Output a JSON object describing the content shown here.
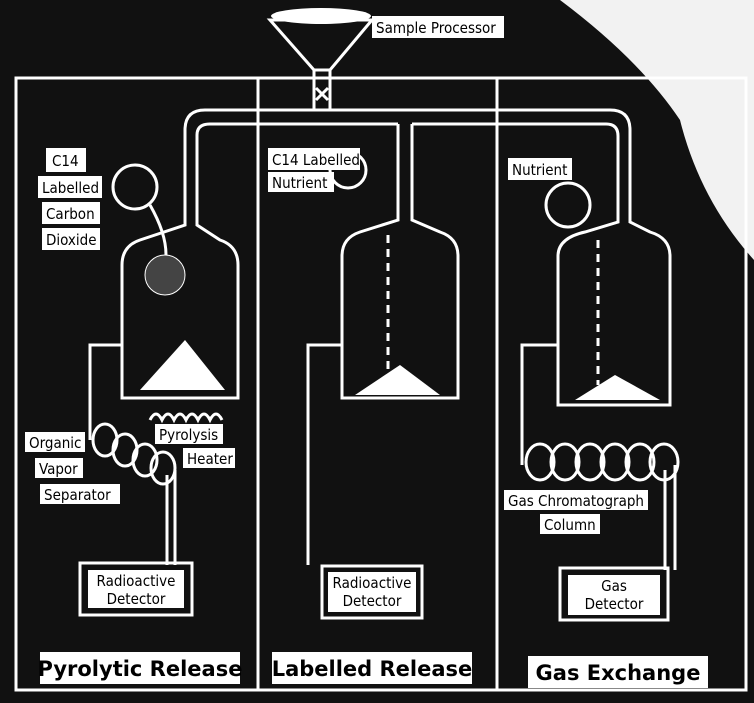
{
  "title": "Sample Processor",
  "panels": [
    {
      "name": "Pyrolytic Release",
      "labels": {
        "c14": "C14",
        "line1": "Labelled",
        "line2": "Carbon",
        "line3": "Dioxide"
      },
      "heater": [
        "Pyrolysis",
        "Heater"
      ],
      "separator": [
        "Organic",
        "Vapor",
        "Separator"
      ],
      "detector": [
        "Radioactive",
        "Detector"
      ]
    },
    {
      "name": "Labelled Release",
      "labels": {
        "c14": "C14",
        "line1": "Labelled",
        "line2": "Nutrient"
      },
      "detector": [
        "Radioactive",
        "Detector"
      ]
    },
    {
      "name": "Gas Exchange",
      "labels": {
        "line1": "Nutrient"
      },
      "column": [
        "Gas Chromatograph",
        "Column"
      ],
      "detector": [
        "Gas",
        "Detector"
      ]
    }
  ],
  "colors": {
    "background": "#0d0d0d",
    "line": "#ffffff",
    "label_bg": "#ffffff"
  }
}
